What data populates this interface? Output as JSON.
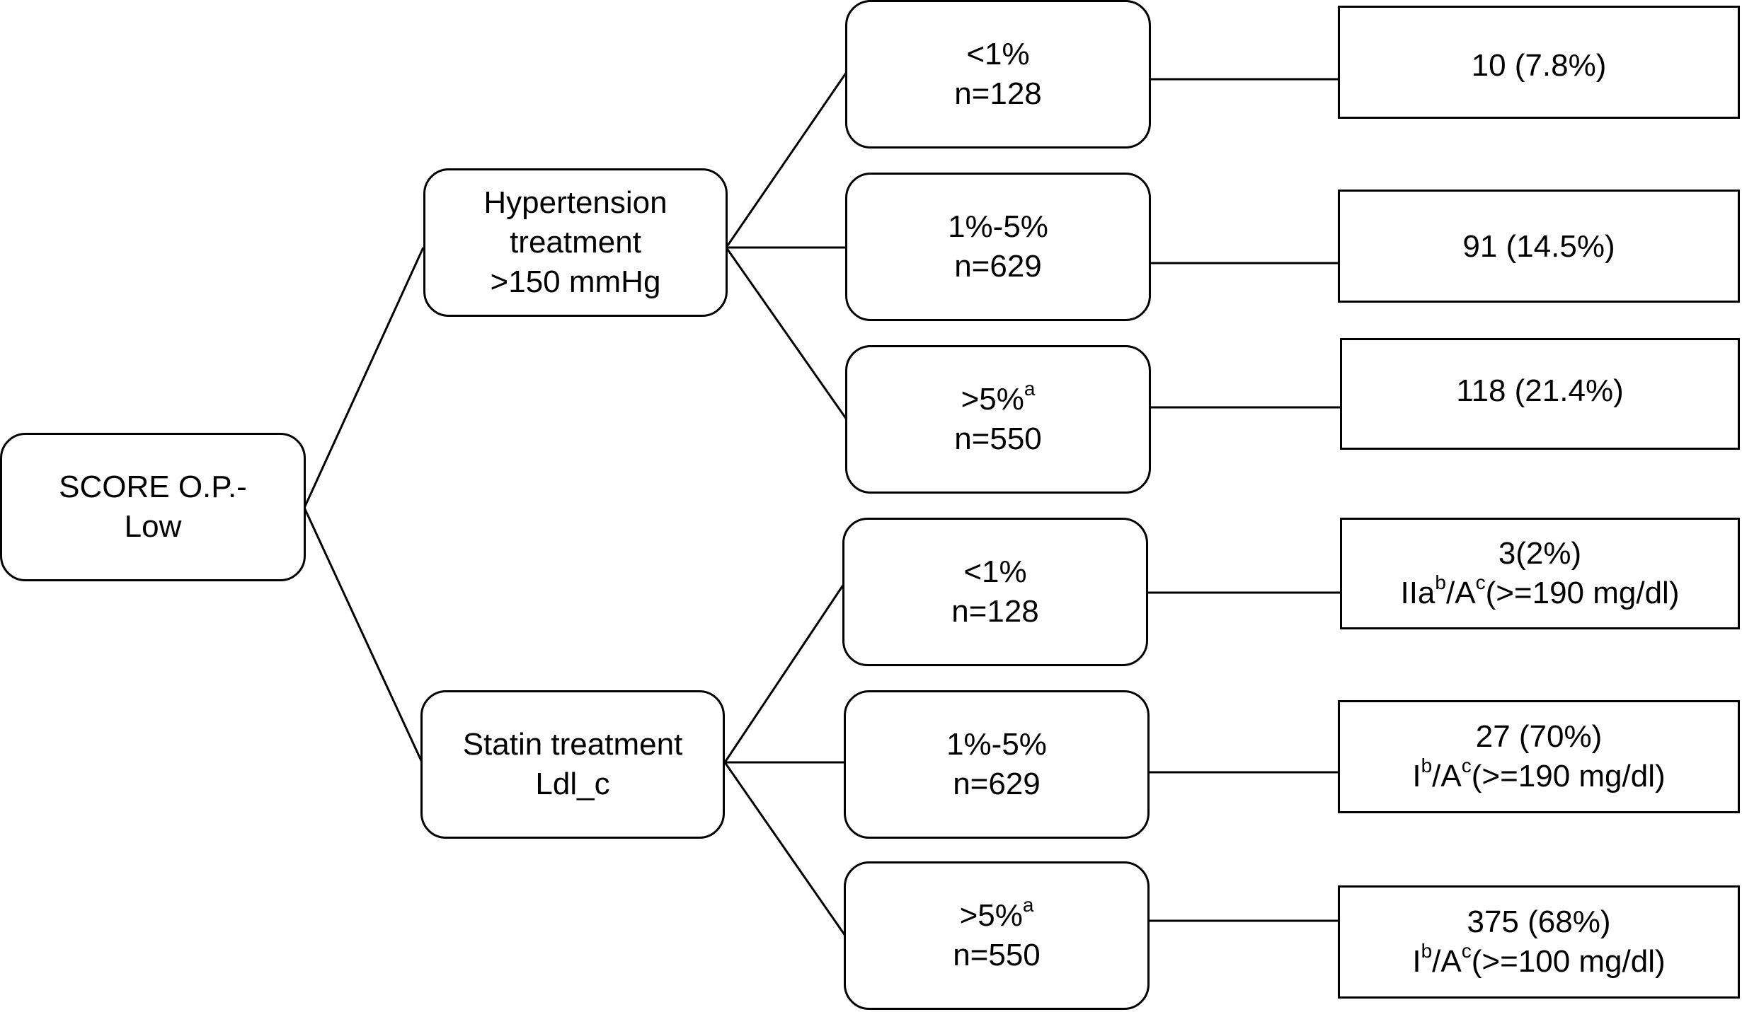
{
  "root": {
    "line1": "SCORE O.P.-",
    "line2": "Low"
  },
  "branches": [
    {
      "label": [
        "Hypertension",
        "treatment",
        ">150 mmHg"
      ],
      "groups": [
        {
          "risk": "<1%",
          "risk_sup": "",
          "n": "n=128",
          "result": "10 (7.8%)",
          "result_rec": []
        },
        {
          "risk": "1%-5%",
          "risk_sup": "",
          "n": "n=629",
          "result": "91 (14.5%)",
          "result_rec": []
        },
        {
          "risk": ">5%",
          "risk_sup": "a",
          "n": "n=550",
          "result": "118 (21.4%)",
          "result_rec": []
        }
      ]
    },
    {
      "label": [
        "Statin treatment",
        "Ldl_c"
      ],
      "groups": [
        {
          "risk": "<1%",
          "risk_sup": "",
          "n": "n=128",
          "result": "3(2%)",
          "result_rec": [
            "IIa",
            "b",
            "/A",
            "c",
            "(>=190 mg/dl)"
          ]
        },
        {
          "risk": "1%-5%",
          "risk_sup": "",
          "n": "n=629",
          "result": "27 (70%)",
          "result_rec": [
            "I",
            "b",
            "/A",
            "c",
            "(>=190 mg/dl)"
          ]
        },
        {
          "risk": ">5%",
          "risk_sup": "a",
          "n": "n=550",
          "result": "375 (68%)",
          "result_rec": [
            "I",
            "b",
            "/A",
            "c",
            "(>=100 mg/dl)"
          ]
        }
      ]
    }
  ]
}
